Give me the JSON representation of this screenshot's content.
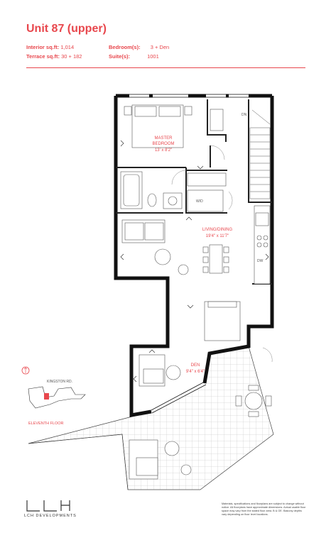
{
  "title": "Unit 87 (upper)",
  "specs": {
    "interior_label": "Interior sq.ft:",
    "interior_value": "1,014",
    "terrace_label": "Terrace sq.ft:",
    "terrace_value": "30 + 182",
    "bedrooms_label": "Bedroom(s):",
    "bedrooms_value": "3 + Den",
    "suite_label": "Suite(s):",
    "suite_value": "1001"
  },
  "rooms": {
    "master_line1": "MASTER",
    "master_line2": "BEDROOM",
    "master_dims": "13' x 8'2\"",
    "living_name": "LIVING/DINING",
    "living_dims": "19'4\" x 11'7\"",
    "den_name": "DEN",
    "den_dims": "9'4\" x 6'4\"",
    "wd": "W/D",
    "dw": "DW",
    "dn": "DN"
  },
  "keyplan": {
    "street": "KINGSTON RD.",
    "floor": "ELEVENTH FLOOR"
  },
  "brand": {
    "name": "LCH DEVELOPMENTS"
  },
  "disclaimer": "Materials, specifications and floorplans are subject to change without notice. All floorplans have approximate dimensions. Actual usable floor space may vary from the stated floor area. B & OE. Balcony depths vary depending on floor level locations.",
  "colors": {
    "accent": "#e8474d",
    "wall": "#111111"
  }
}
